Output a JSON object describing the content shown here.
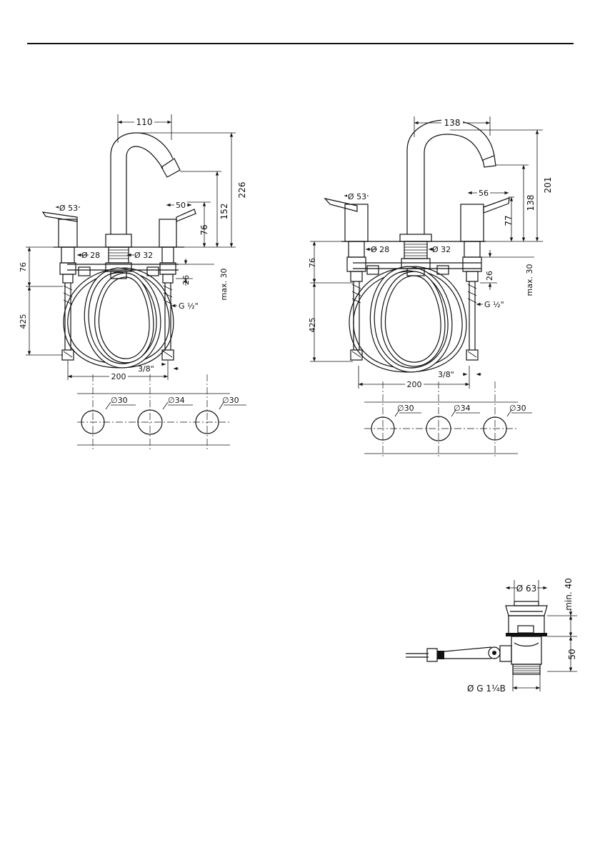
{
  "left_drawing": {
    "spout_reach": "110",
    "total_height": "226",
    "spout_height": "152",
    "lever_height": "76",
    "handle_diameter": "Ø 53",
    "lever_length": "50",
    "base_diameter_left": "Ø 28",
    "base_diameter_center": "Ø 32",
    "below_deck": "76",
    "hose_length": "425",
    "max_deck": "max. 30",
    "thread_depth": "26",
    "connection": "G ½\"",
    "hose_thread": "3/8\"",
    "spacing": "200",
    "hole_1": "∅30",
    "hole_2": "∅34",
    "hole_3": "∅30"
  },
  "right_drawing": {
    "spout_reach": "138",
    "total_height": "201",
    "spout_height": "138",
    "lever_height": "77",
    "handle_diameter": "Ø 53",
    "lever_length": "56",
    "base_diameter_left": "Ø 28",
    "base_diameter_center": "Ø 32",
    "below_deck": "76",
    "hose_length": "425",
    "max_deck": "max. 30",
    "thread_depth": "26",
    "connection": "G ½\"",
    "hose_thread": "3/8\"",
    "spacing": "200",
    "hole_1": "∅30",
    "hole_2": "∅34",
    "hole_3": "∅30"
  },
  "drain_drawing": {
    "cap_diameter": "Ø 63",
    "min_height": "min. 40",
    "body_height": "50",
    "thread": "Ø G 1¼B"
  }
}
